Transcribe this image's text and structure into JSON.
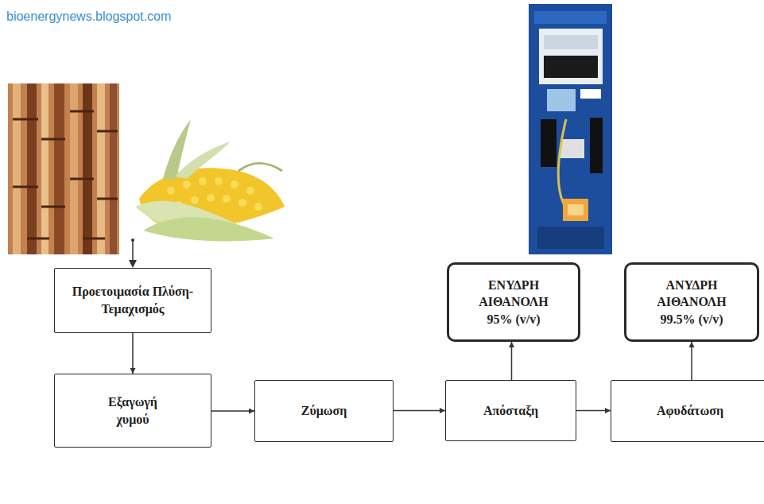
{
  "diagram": {
    "nodes": [
      {
        "text": [
          "Προετοιμασία Πλύση-Τεμαχισμός"
        ]
      },
      {
        "text": [
          "ΕΝΥΔΡΗ ΑΙΘΑΝΟΛΗ 95% (v/v)"
        ]
      },
      {
        "text": [
          "ΑΝΥΔΡΗ ΑΙΘΑΝΟΛΗ 99.5% (v/v)"
        ]
      },
      {
        "text": [
          "Εξαγωγή χυμού"
        ]
      },
      {
        "text": [
          "Ζύμωση"
        ]
      },
      {
        "text": [
          "Απόσταξη"
        ]
      },
      {
        "text": [
          "Αφυδάτωση"
        ]
      }
    ],
    "edges": [
      {
        "from": 0,
        "to": 3,
        "arrow": "to"
      },
      {
        "from": 3,
        "to": 4,
        "arrow": "to"
      },
      {
        "from": 4,
        "to": 5,
        "arrow": "to"
      },
      {
        "from": 5,
        "to": 6,
        "arrow": "to"
      },
      {
        "from": 5,
        "to": 1,
        "arrow": "to"
      },
      {
        "from": 6,
        "to": 2,
        "arrow": "to"
      }
    ],
    "labels": [
      "bioenergynews.blogspot.com"
    ]
  }
}
